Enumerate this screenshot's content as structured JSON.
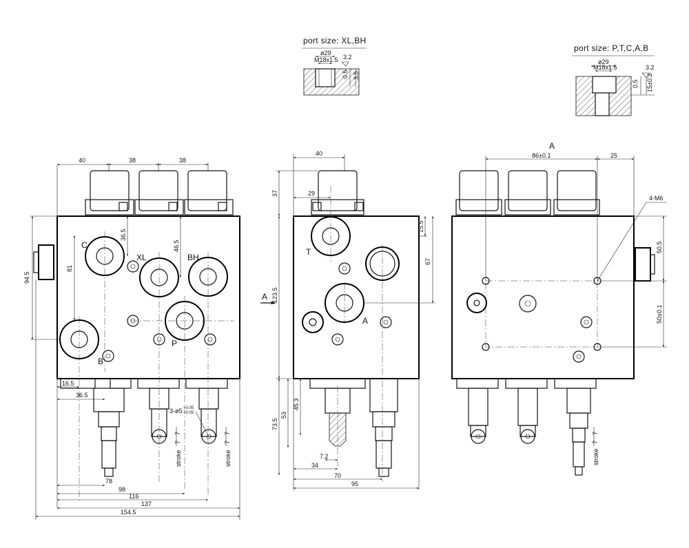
{
  "details": {
    "xl_bh": {
      "title": "port size: XL,BH",
      "diameter": "ø29",
      "thread": "M18x1.5",
      "roughness": "3.2",
      "depth_a": "0.5",
      "depth_b": "3.5"
    },
    "ptcab": {
      "title": "port size: P,T,C,A,B",
      "diameter": "ø29",
      "thread": "M18x1.5",
      "roughness": "3.2",
      "depth_a": "0.5",
      "depth_b": "15±0.2"
    }
  },
  "front_view": {
    "ports": {
      "C": "C",
      "XL": "XL",
      "BH": "BH",
      "P": "P",
      "B": "B"
    },
    "dims": {
      "top_40": "40",
      "top_38a": "38",
      "top_38b": "38",
      "v_94_5": "94.5",
      "v_81": "81",
      "v_36_5": "36.5",
      "v_46_5": "46.5",
      "h_16_5": "16.5",
      "h_36_5": "36.5",
      "pin": "3-ø5",
      "pin_tol_upper": "+0.05",
      "pin_tol_lower": "+0.05",
      "stroke_a": "stroke",
      "stroke_b": "stroke",
      "s7a": "7",
      "s7b": "7",
      "s7c": "7",
      "s7d": "7",
      "b78": "78",
      "b98": "98",
      "b116": "116",
      "b137": "137",
      "b154_5": "154.5"
    }
  },
  "side_view": {
    "ports": {
      "T": "T",
      "A": "A"
    },
    "section_marker": "A",
    "dims": {
      "top_40": "40",
      "v_37": "37",
      "h_29": "29",
      "v_15_5": "15.5",
      "v_67": "67",
      "v_123_5": "123.5",
      "v_73_5": "73.5",
      "v_53": "53",
      "v_45_3": "45.3",
      "b7_2": "7.2",
      "b34": "34",
      "b70": "70",
      "b95": "95"
    }
  },
  "rear_view": {
    "section_label": "A",
    "dims": {
      "h_86": "86±0.1",
      "h_25": "25",
      "thread": "4-M6",
      "v_50_5": "50.5",
      "v_50": "50±0.1",
      "s7a": "7",
      "s7b": "7",
      "stroke": "stroke"
    }
  }
}
